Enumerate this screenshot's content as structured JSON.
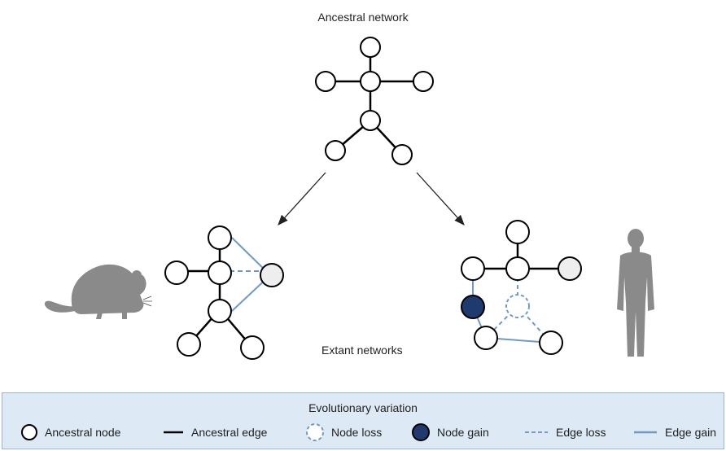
{
  "title": "Ancestral network",
  "bottom_label": "Extant networks",
  "legend": {
    "title": "Evolutionary variation",
    "items": [
      {
        "key": "ancestral-node",
        "label": "Ancestral node"
      },
      {
        "key": "ancestral-edge",
        "label": "Ancestral edge"
      },
      {
        "key": "node-loss",
        "label": "Node loss"
      },
      {
        "key": "node-gain",
        "label": "Node gain"
      },
      {
        "key": "edge-loss",
        "label": "Edge loss"
      },
      {
        "key": "edge-gain",
        "label": "Edge gain"
      }
    ]
  },
  "colors": {
    "ancestral_edge": "#000000",
    "variation_edge": "#6f9ac6",
    "node_gain": "#1f3a6e",
    "gray_node": "#eeeeee",
    "legend_bg": "#dde9f4",
    "silhouette": "#8a8a8a"
  },
  "icons": {
    "mouse": "mouse-silhouette-icon",
    "human": "human-silhouette-icon"
  }
}
